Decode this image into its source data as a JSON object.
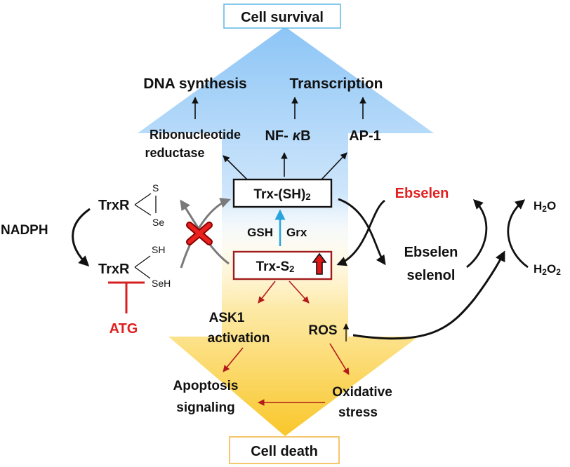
{
  "colors": {
    "black": "#111111",
    "red_text": "#e02020",
    "dark_red": "#b31b1b",
    "gray_arrow": "#7a7a7a",
    "blue_arrow": "#29a3de",
    "survival_arrow": "#93c9f5",
    "death_arrow": "#f9cd3d",
    "survival_box_border": "#5fb7e6",
    "death_box_border": "#f2b43a"
  },
  "header": {
    "cell_survival": "Cell survival"
  },
  "footer": {
    "cell_death": "Cell death"
  },
  "outcomes": {
    "dna_synthesis": "DNA synthesis",
    "transcription": "Transcription"
  },
  "targets": {
    "ribonucleotide_reductase_line1": "Ribonucleotide",
    "ribonucleotide_reductase_line2": "reductase",
    "nfkb_prefix": "NF-",
    "nfkb_kappa": "κ",
    "nfkb_suffix": "B",
    "ap1": "AP-1"
  },
  "trx": {
    "reduced_base": "Trx-(SH)",
    "reduced_sub": "2",
    "oxidized_base": "Trx-S",
    "oxidized_sub": "2",
    "gsh": "GSH",
    "grx": "Grx"
  },
  "trxr": {
    "oxidized_label": "TrxR",
    "oxidized_s": "S",
    "oxidized_se": "Se",
    "reduced_label": "TrxR",
    "reduced_sh": "SH",
    "reduced_seh": "SeH"
  },
  "cofactors": {
    "nadph": "NADPH"
  },
  "inhibitor": {
    "atg": "ATG"
  },
  "ebselen": {
    "ebselen": "Ebselen",
    "selenol_line1": "Ebselen",
    "selenol_line2": "selenol",
    "h2o_base": "H",
    "h2o_sub": "2",
    "h2o_tail": "O",
    "h2o2_base": "H",
    "h2o2_sub": "2",
    "h2o2_tail": "O",
    "h2o2_sub2": "2"
  },
  "death_path": {
    "ask1_line1": "ASK1",
    "ask1_line2": "activation",
    "ros": "ROS",
    "apoptosis_line1": "Apoptosis",
    "apoptosis_line2": "signaling",
    "oxidative_line1": "Oxidative",
    "oxidative_line2": "stress"
  }
}
